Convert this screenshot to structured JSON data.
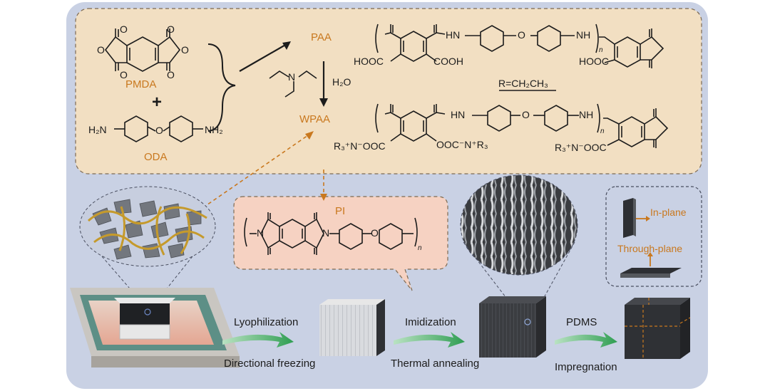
{
  "colors": {
    "panel_bg": "#c9d1e4",
    "synthesis_box": "#f2dfc2",
    "pi_box": "#f6d2c2",
    "accent_orange": "#c9781e",
    "dashed_border": "#7a6a55",
    "arrow_green": "#3aa55a"
  },
  "synthesis": {
    "pmda": "PMDA",
    "plus": "+",
    "oda": "ODA",
    "paa": "PAA",
    "wpaa": "WPAA",
    "h2o": "H₂O",
    "r_def": "R=CH₂CH₃",
    "chem_h2n": "H₂N",
    "chem_nh2": "NH₂",
    "chem_o": "O"
  },
  "paa_structure": {
    "hooc_left": "HOOC",
    "cooh": "COOH",
    "hn": "HN",
    "o": "O",
    "nh": "NH",
    "n": "n",
    "hooc_right": "HOOC"
  },
  "wpaa_structure": {
    "left": "R₃⁺N⁻OOC",
    "mid": "OOC⁻N⁺R₃",
    "right": "R₃⁺N⁻OOC",
    "hn": "HN",
    "o": "O",
    "nh": "NH",
    "n": "n"
  },
  "pi": {
    "label": "PI",
    "n": "n",
    "n_atom": "N",
    "o": "O"
  },
  "orientation": {
    "in_plane": "In-plane",
    "through_plane": "Through-plane"
  },
  "steps": {
    "lyophilization": "Lyophilization",
    "directional_freezing": "Directional freezing",
    "imidization": "Imidization",
    "thermal_annealing": "Thermal annealing",
    "pdms": "PDMS",
    "impregnation": "Impregnation"
  }
}
